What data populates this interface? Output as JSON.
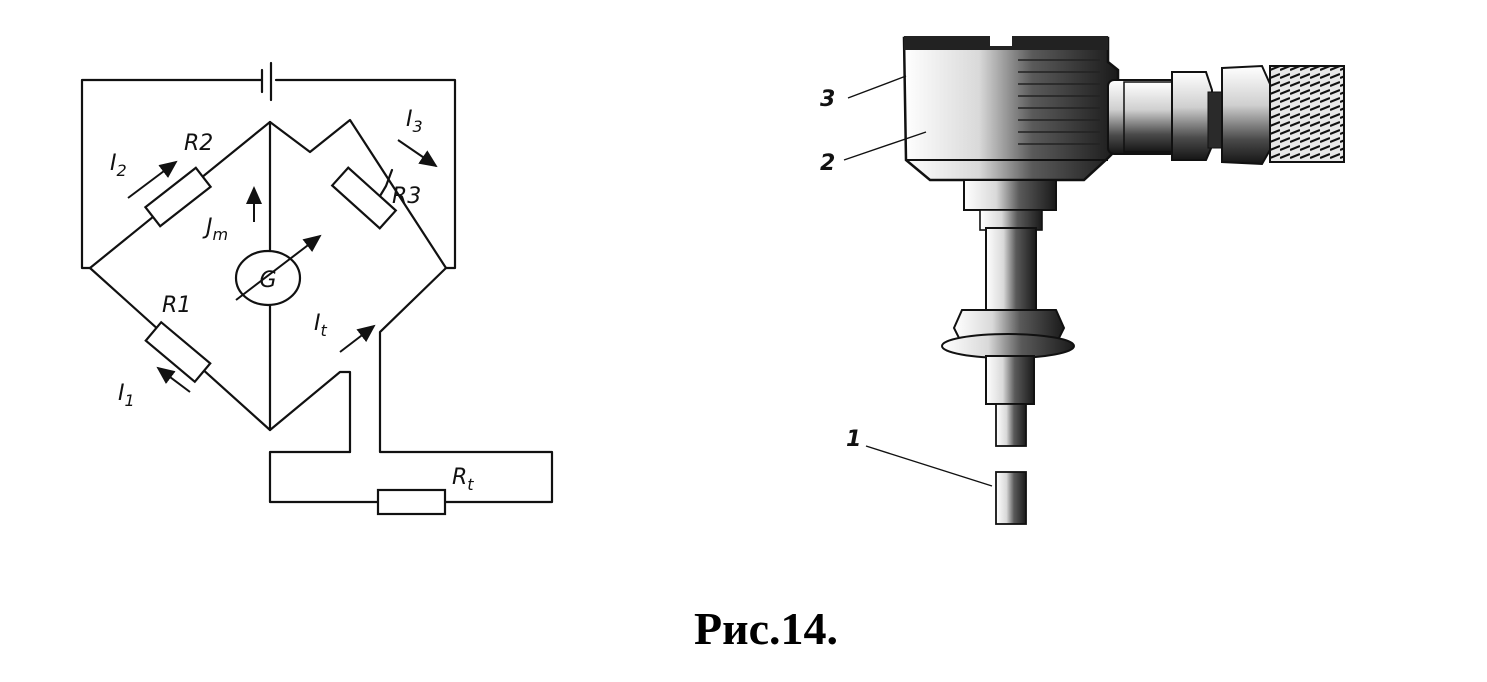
{
  "caption": "Рис.14.",
  "circuit": {
    "resistors": {
      "r1": "R1",
      "r2": "R2",
      "r3": "R3",
      "rt_main": "R",
      "rt_sub": "t"
    },
    "galvanometer": "G",
    "currents": {
      "i1_main": "I",
      "i1_sub": "1",
      "i2_main": "I",
      "i2_sub": "2",
      "i3_main": "I",
      "i3_sub": "3",
      "i4_main": "I",
      "i4_sub": "t",
      "im_main": "J",
      "im_sub": "m"
    }
  },
  "sensor": {
    "callouts": {
      "part1": "1",
      "part2": "2",
      "part3": "3"
    }
  }
}
